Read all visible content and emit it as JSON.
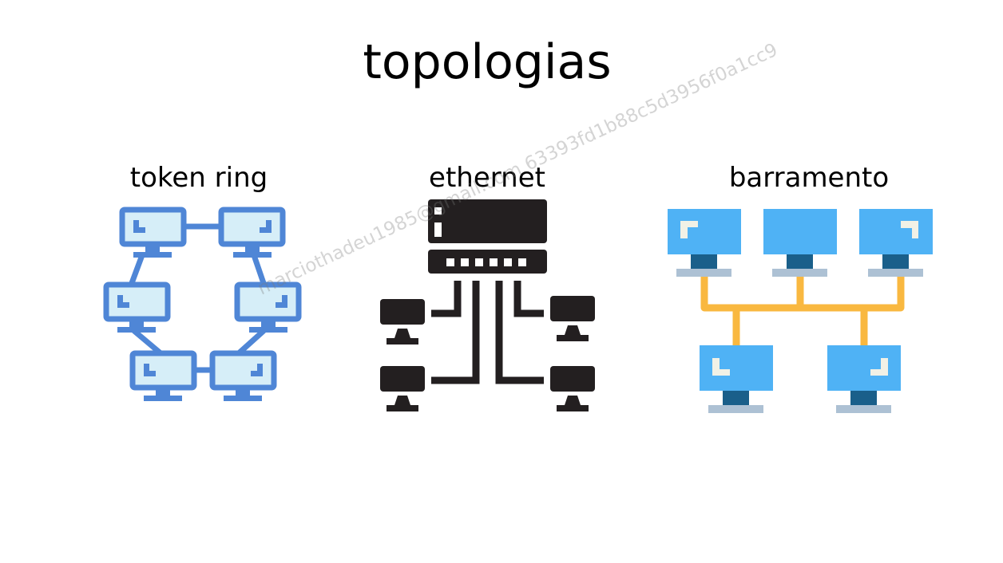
{
  "slide": {
    "title": "topologias",
    "watermark": "marciothadeu1985@gmail.com 63393fd1b88c5d3956f0a1cc9"
  },
  "diagrams": [
    {
      "id": "token-ring",
      "label": "token ring",
      "icon": "token-ring-network-icon"
    },
    {
      "id": "ethernet",
      "label": "ethernet",
      "icon": "ethernet-switch-network-icon"
    },
    {
      "id": "barramento",
      "label": "barramento",
      "icon": "bus-network-icon"
    }
  ],
  "colors": {
    "ring_outline": "#4f86d6",
    "ring_screen": "#d6eef8",
    "eth_dark": "#231f20",
    "bus_screen": "#4fb2f5",
    "bus_stand": "#1a5f8a",
    "bus_base": "#adc1d4",
    "bus_cable": "#f9b840",
    "bus_corner": "#f1f1e6"
  }
}
